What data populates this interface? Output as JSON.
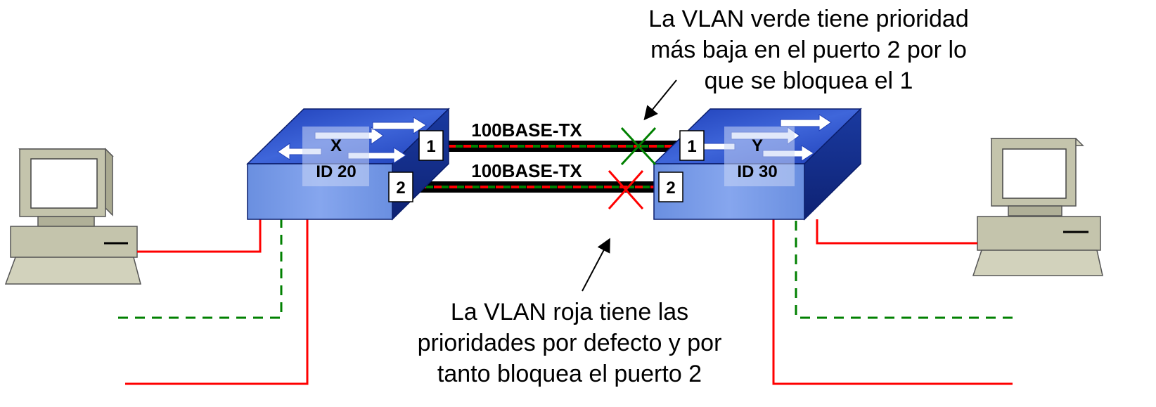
{
  "note_top": {
    "lines": [
      "La VLAN verde tiene prioridad",
      "más baja en el puerto 2 por lo",
      "que se bloquea el 1"
    ]
  },
  "note_bottom": {
    "lines": [
      "La VLAN roja tiene las",
      "prioridades por defecto y por",
      "tanto bloquea el puerto 2"
    ]
  },
  "link_top": {
    "label": "100BASE-TX"
  },
  "link_bottom": {
    "label": "100BASE-TX"
  },
  "switch_x": {
    "name": "X",
    "id": "ID 20",
    "port1": "1",
    "port2": "2"
  },
  "switch_y": {
    "name": "Y",
    "id": "ID 30",
    "port1": "1",
    "port2": "2"
  },
  "colors": {
    "red_vlan": "#ff0000",
    "green_vlan": "#008000",
    "switch_top": "#2f52c8",
    "switch_front": "#7799e6",
    "switch_side": "#152e87",
    "computer": "#c0c0a8"
  }
}
